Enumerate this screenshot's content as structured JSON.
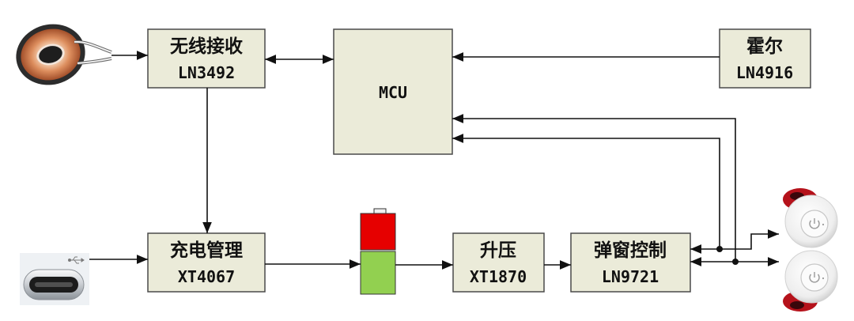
{
  "blocks": {
    "wireless_rx": {
      "title": "无线接收",
      "part": "LN3492"
    },
    "mcu": {
      "title": "MCU"
    },
    "hall": {
      "title": "霍尔",
      "part": "LN4916"
    },
    "charge_mgmt": {
      "title": "充电管理",
      "part": "XT4067"
    },
    "boost": {
      "title": "升压",
      "part": "XT1870"
    },
    "popup_ctrl": {
      "title": "弹窗控制",
      "part": "LN9721"
    }
  },
  "icons": {
    "coil": "wireless-charging-coil-icon",
    "usb": "usb-type-c-plug-icon",
    "battery": "battery-icon",
    "earbud_top": "earbud-icon",
    "earbud_bottom": "earbud-icon",
    "power": "power-button-icon"
  },
  "colors": {
    "block_fill": "#EBEBD9",
    "battery_top": "#E60000",
    "battery_bottom": "#92D050",
    "earbud_accent": "#B5121B"
  }
}
